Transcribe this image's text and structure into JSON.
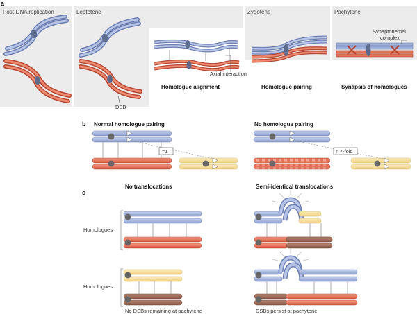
{
  "panel_a": {
    "letter": "a",
    "stages": [
      "Post-DNA replication",
      "Leptotene",
      "Zygotene",
      "Pachytene"
    ],
    "captions": [
      "Homologue alignment",
      "Homologue pairing",
      "Synapsis of homologues"
    ],
    "annotations": {
      "dsb": "DSB",
      "axial": "Axial interaction",
      "sc": "Synaptonemal complex"
    }
  },
  "panel_b": {
    "letter": "b",
    "left_title": "Normal homologue pairing",
    "right_title": "No homologue pairing",
    "left_ratio": "≈1",
    "right_ratio": "↑ 7-fold"
  },
  "panel_c": {
    "letter": "c",
    "left_title": "No translocations",
    "right_title": "Semi-identical translocations",
    "homologues_label": "Homologues",
    "bottom_left": "No DSBs remaining at pachytene",
    "bottom_right": "DSBs persist at pachytene"
  },
  "colors": {
    "blue": "#9fb0d9",
    "red": "#e5735a",
    "yellow": "#f6dd99",
    "brown": "#9c6b56",
    "bg_gray": "#efefef"
  }
}
